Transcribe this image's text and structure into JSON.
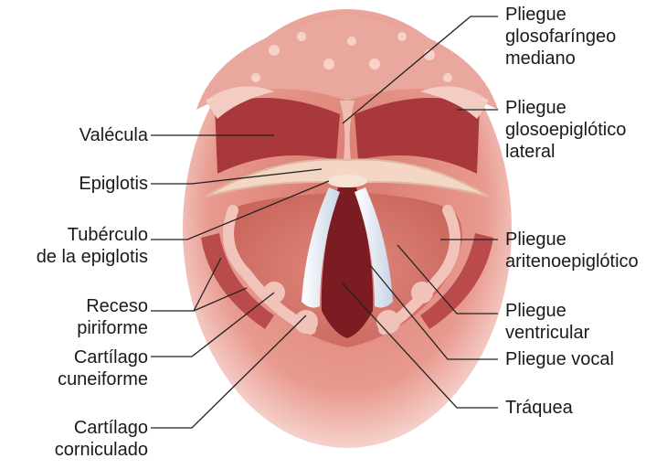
{
  "labels": {
    "pliegue_glosofaringeo": [
      "Pliegue",
      "glosofaríngeo",
      "mediano"
    ],
    "pliegue_glosoepiglotico": [
      "Pliegue",
      "glosoepiglótico",
      "lateral"
    ],
    "pliegue_aritenoepiglotico": [
      "Pliegue",
      "aritenoepiglótico"
    ],
    "pliegue_ventricular": [
      "Pliegue",
      "ventricular"
    ],
    "pliegue_vocal": [
      "Pliegue vocal"
    ],
    "traquea": [
      "Tráquea"
    ],
    "valecula": [
      "Valécula"
    ],
    "epiglotis": [
      "Epiglotis"
    ],
    "tuberculo": [
      "Tubérculo",
      "de la epiglotis"
    ],
    "receso": [
      "Receso",
      "piriforme"
    ],
    "cuneiforme": [
      "Cartílago",
      "cuneiforme"
    ],
    "corniculado": [
      "Cartílago",
      "corniculado"
    ]
  },
  "colors": {
    "mucosa": "#e8a29a",
    "mucosa_dark": "#c8635c",
    "cavity": "#7a1c22",
    "vocal_fold": "#e6ecf4",
    "epiglottis": "#f4d6c4",
    "leader": "#222222"
  }
}
